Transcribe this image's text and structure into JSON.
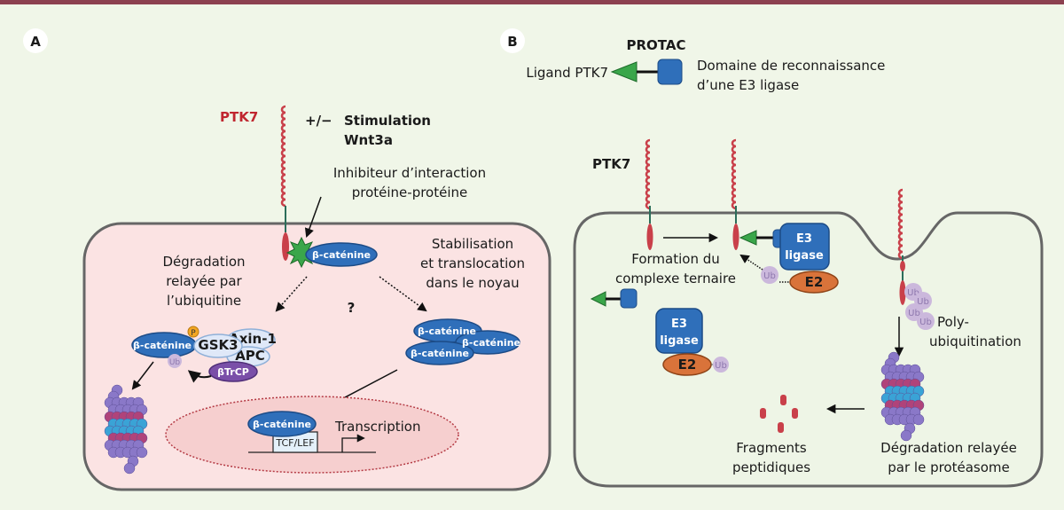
{
  "colors": {
    "top_bar": "#8c4150",
    "background": "#f0f6e8",
    "cell_a": "#fbe3e3",
    "cell_b": "#eef5e6",
    "nucleus": "#f6cfcf",
    "protein": "#2f6fba",
    "ptk7": "#c9404a",
    "ligand": "#3aa64a",
    "e2": "#d9733a",
    "ub": "#cbb8dc",
    "btrcp": "#7a4fa8",
    "phospho": "#f3a623"
  },
  "panel_a": {
    "badge": "A",
    "ptk7": "PTK7",
    "stim_sign": "+/−",
    "stim_line1": "Stimulation",
    "stim_line2": "Wnt3a",
    "inhib_line1": "Inhibiteur d’interaction",
    "inhib_line2": "protéine-protéine",
    "bcat": "β-caténine",
    "degr": [
      "Dégradation",
      "relayée par",
      "l’ubiquitine"
    ],
    "stab": [
      "Stabilisation",
      "et translocation",
      "dans le noyau"
    ],
    "question": "?",
    "p": "P",
    "gsk3": "GSK3",
    "axin": "Axin-1",
    "apc": "APC",
    "btrcp": "βTrCP",
    "ub": "Ub",
    "tcf": "TCF/LEF",
    "transcription": "Transcription"
  },
  "panel_b": {
    "badge": "B",
    "protac": "PROTAC",
    "ligand": "Ligand PTK7",
    "domain_line1": "Domaine de reconnaissance",
    "domain_line2": "d’une E3 ligase",
    "ptk7": "PTK7",
    "formation": [
      "Formation du",
      "complexe ternaire"
    ],
    "e3_line1": "E3",
    "e3_line2": "ligase",
    "e2": "E2",
    "ub": "Ub",
    "poly": [
      "Poly-",
      "ubiquitination"
    ],
    "fragments": [
      "Fragments",
      "peptidiques"
    ],
    "degr": [
      "Dégradation relayée",
      "par le protéasome"
    ]
  }
}
